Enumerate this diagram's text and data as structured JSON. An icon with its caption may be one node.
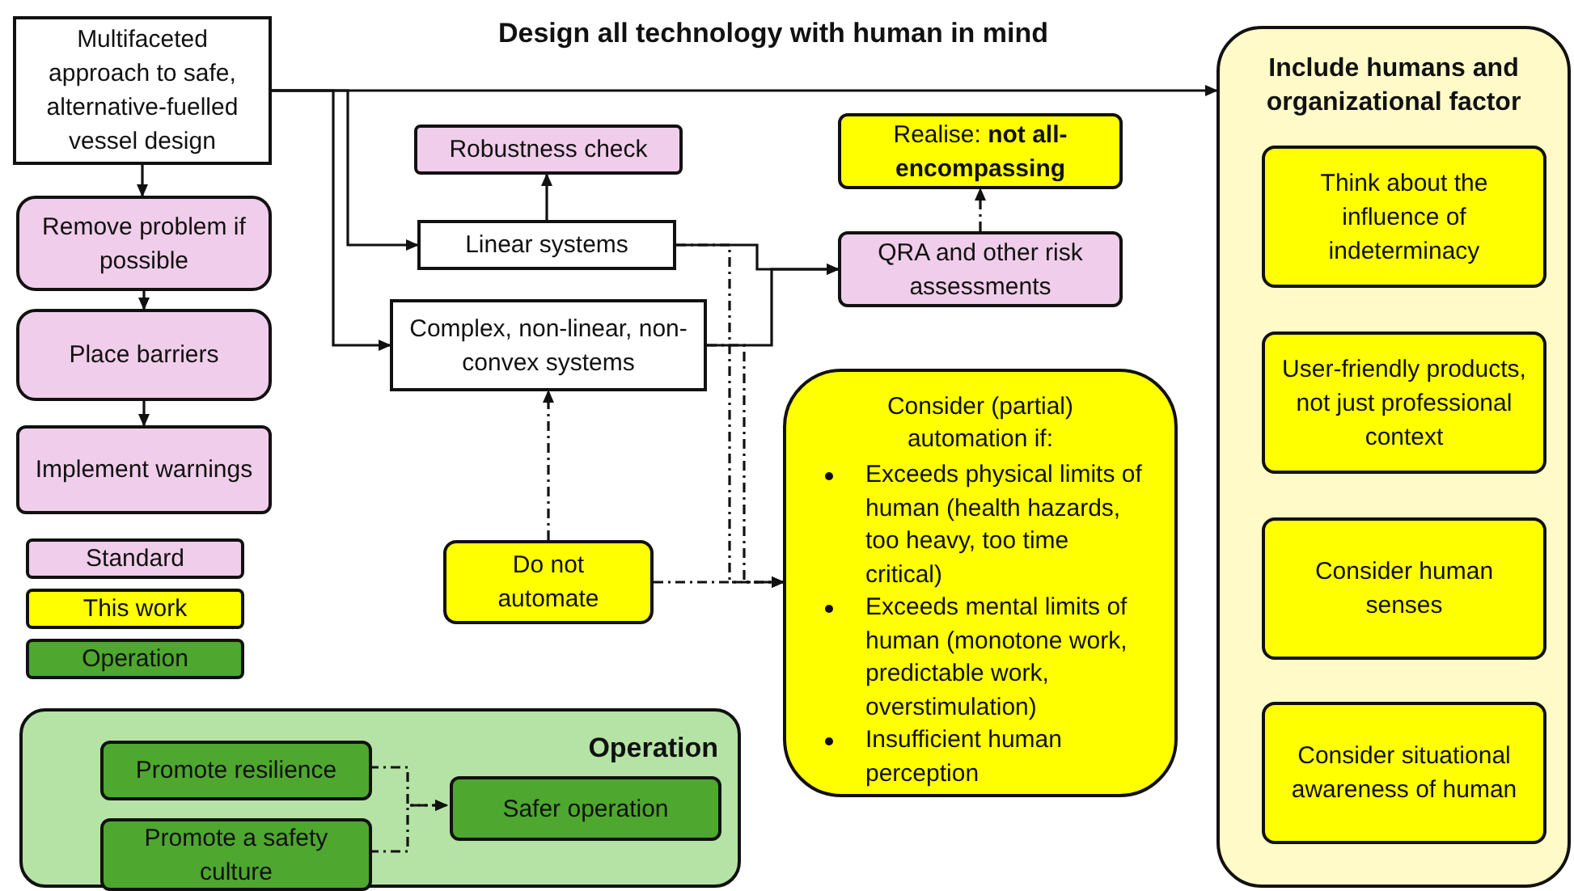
{
  "diagram": {
    "title": "Design all technology with human in mind",
    "nodes": [
      {
        "text": [
          "Multifaceted approach to safe, alternative-fuelled vessel design"
        ]
      },
      {
        "text": [
          "Remove problem if possible"
        ]
      },
      {
        "text": [
          "Place barriers"
        ]
      },
      {
        "text": [
          "Implement warnings"
        ]
      },
      {
        "text": [
          "Robustness check"
        ]
      },
      {
        "text": [
          "Linear systems"
        ]
      },
      {
        "text": [
          "Complex, non-linear, non-convex systems"
        ]
      },
      {
        "text": [
          "QRA and other risk assessments"
        ]
      },
      {
        "text": [
          "Realise: **not all-encompassing**"
        ]
      },
      {
        "text": [
          "Do not automate"
        ]
      },
      {
        "text": [
          "Consider (partial) automation if:",
          "Exceeds physical limits of human (health hazards, too heavy, too time critical)",
          "Exceeds mental limits of human (monotone work, predictable work, overstimulation)",
          "Insufficient human perception"
        ]
      },
      {
        "text": [
          "Include humans and organizational factor"
        ]
      },
      {
        "text": [
          "Think about the influence of indeterminacy"
        ],
        "in": 11
      },
      {
        "text": [
          "User-friendly products, not just professional context"
        ],
        "in": 11
      },
      {
        "text": [
          "Consider human senses"
        ],
        "in": 11
      },
      {
        "text": [
          "Consider situational awareness of human"
        ],
        "in": 11
      },
      {
        "text": [
          "Operation"
        ]
      },
      {
        "text": [
          "Promote resilience"
        ],
        "in": 16
      },
      {
        "text": [
          "Promote a safety culture"
        ],
        "in": 16
      },
      {
        "text": [
          "Safer operation"
        ],
        "in": 16
      }
    ],
    "edges": [
      {
        "from": 0,
        "to": 1,
        "arrow": "to"
      },
      {
        "from": 1,
        "to": 2,
        "arrow": "to"
      },
      {
        "from": 2,
        "to": 3,
        "arrow": "to"
      },
      {
        "from": 0,
        "to": 11,
        "arrow": "to"
      },
      {
        "from": 0,
        "to": 5,
        "arrow": "to"
      },
      {
        "from": 0,
        "to": 6,
        "arrow": "to"
      },
      {
        "from": 5,
        "to": 4,
        "arrow": "to"
      },
      {
        "from": 5,
        "to": 7,
        "arrow": "to"
      },
      {
        "from": 6,
        "to": 7,
        "arrow": "to"
      },
      {
        "from": 7,
        "to": 8,
        "arrow": "to",
        "style": "dashed"
      },
      {
        "from": 9,
        "to": 6,
        "arrow": "to",
        "style": "dashed"
      },
      {
        "from": 9,
        "to": 10,
        "arrow": "to",
        "style": "dashed"
      },
      {
        "from": 5,
        "to": 10,
        "arrow": "to",
        "style": "dashed"
      },
      {
        "from": 6,
        "to": 10,
        "arrow": "to",
        "style": "dashed"
      },
      {
        "from": 17,
        "to": 19,
        "arrow": "to",
        "style": "dashed"
      },
      {
        "from": 18,
        "to": 19,
        "arrow": "to",
        "style": "dashed"
      }
    ],
    "legend": [
      {
        "text": "Standard",
        "color": "#f0cdea"
      },
      {
        "text": "This work",
        "color": "#ffff00"
      },
      {
        "text": "Operation",
        "color": "#4ea72e"
      }
    ]
  }
}
